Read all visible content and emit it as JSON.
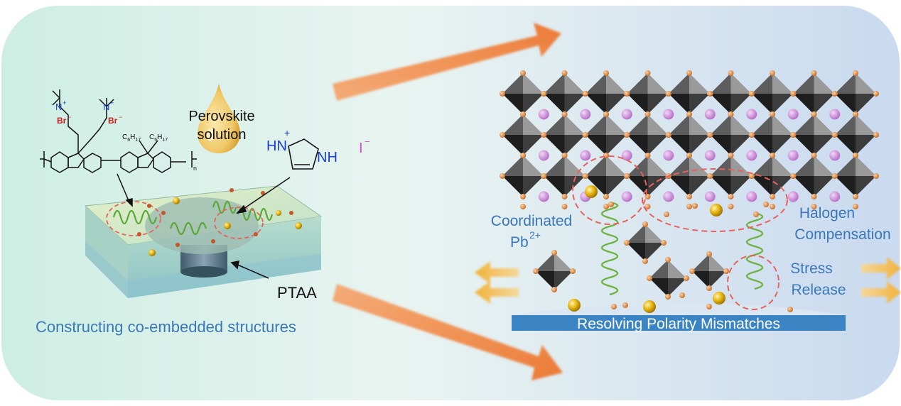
{
  "left": {
    "perovskite_solution": [
      "Perovskite",
      "solution"
    ],
    "ptaa": "PTAA",
    "caption": "Constructing co-embedded structures",
    "polymer": {
      "br1": "Br",
      "br2": "Br",
      "minus": "−",
      "n_plus": "N",
      "plus": "+",
      "c6h17_a": "C",
      "c6h17_b": "C",
      "sub6": "6",
      "sub17": "H",
      "sub17n": "17",
      "n": "n"
    },
    "imidazolium": {
      "hn": "HN",
      "nh": "NH",
      "plus": "+"
    },
    "iodide": "I",
    "iodide_charge": "−"
  },
  "right": {
    "coordinated": "Coordinated",
    "pb": "Pb",
    "pb_charge": "2+",
    "halogen": [
      "Halogen",
      "Compensation"
    ],
    "stress": [
      "Stress",
      "Release"
    ],
    "bar": "Resolving Polarity Mismatches"
  },
  "colors": {
    "label_blue": "#3a78b7",
    "arrow_orange": "#f07a2c",
    "octahedron": "#2b2b2b",
    "node": "#d9823a",
    "purple": "#c98ad6",
    "gold": "#e2b00e",
    "spring": "#6db33f",
    "dash_red": "#e8625c",
    "substrate_blue": "#3b84c4"
  }
}
